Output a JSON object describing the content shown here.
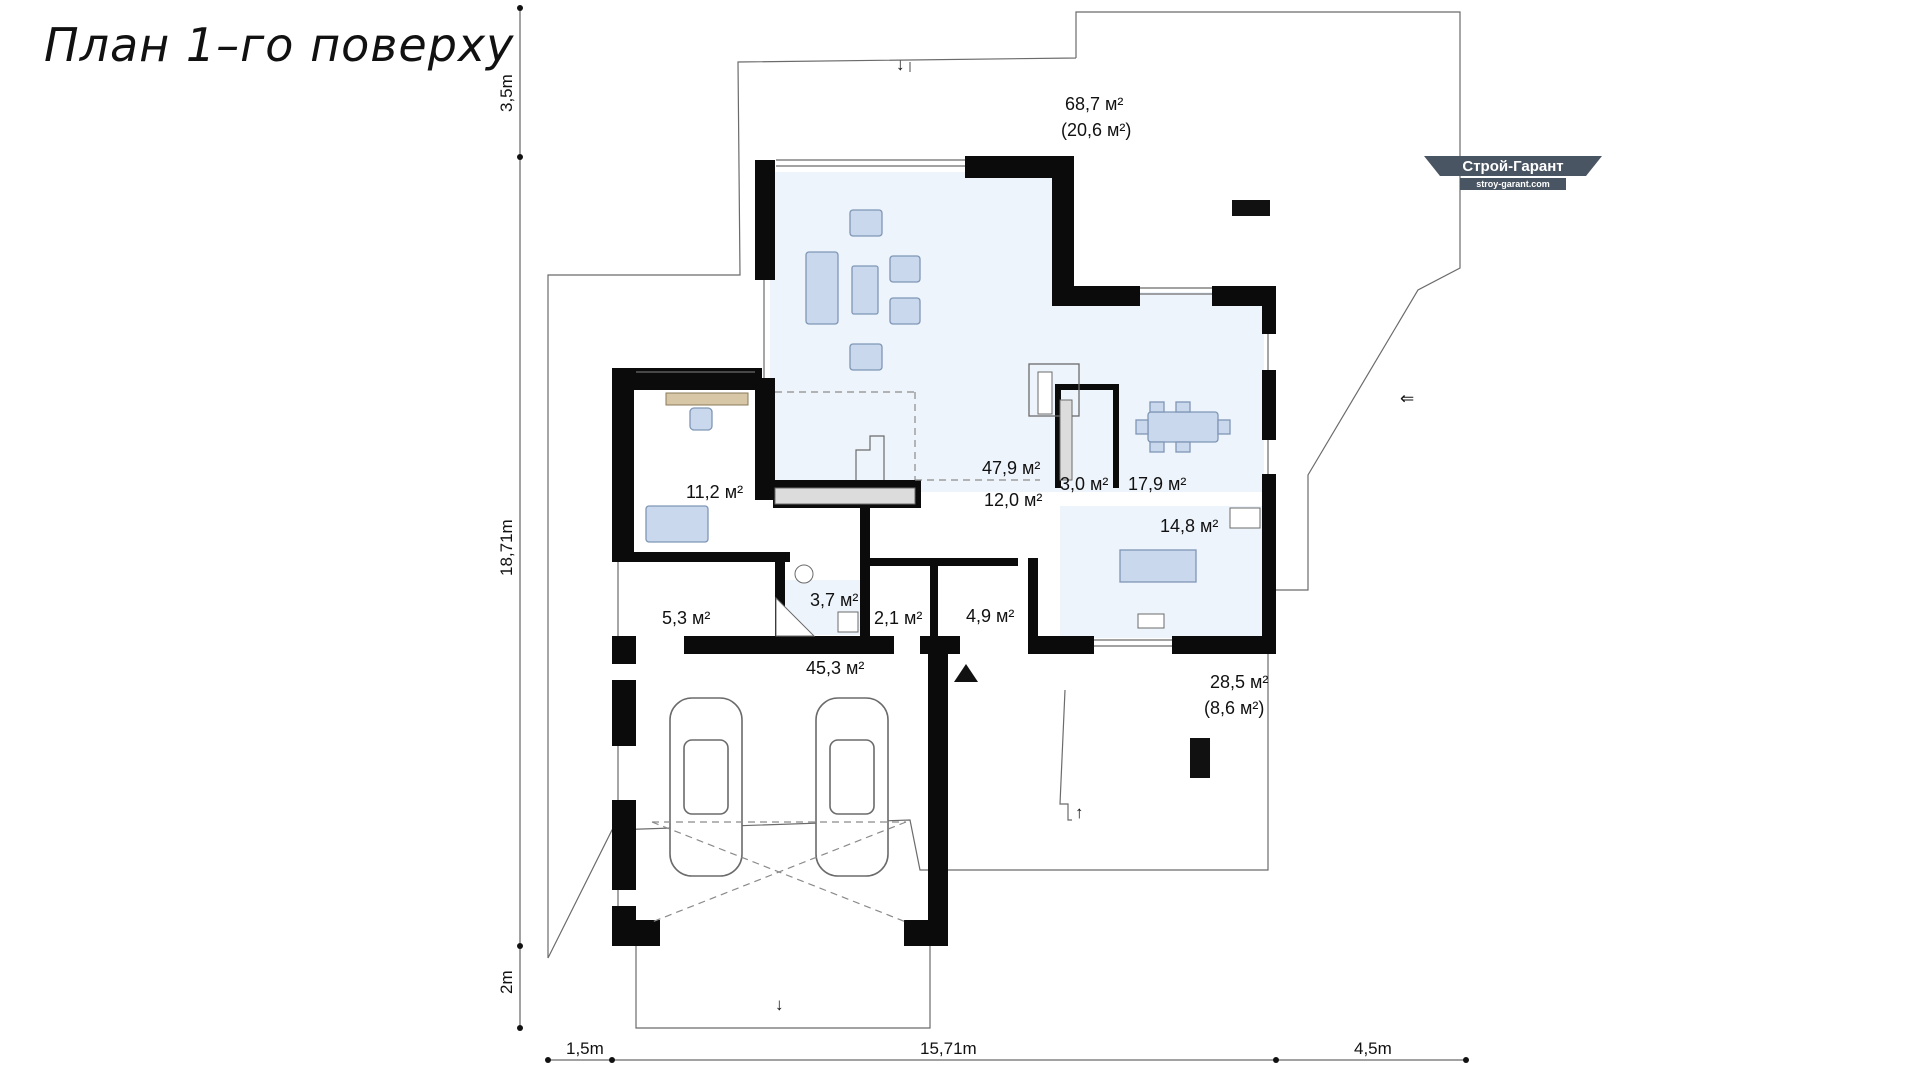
{
  "title": "План 1–го поверху",
  "logo": {
    "name": "Строй-Гарант",
    "url": "stroy-garant.com",
    "color": "#4a5563"
  },
  "dimensions": {
    "top_margin": "3,5m",
    "total_height": "18,71m",
    "bottom_margin": "2m",
    "left_margin": "1,5m",
    "total_width": "15,71m",
    "right_margin": "4,5m"
  },
  "terraces": {
    "upper": {
      "area": "68,7 м²",
      "sub": "(20,6 м²)"
    },
    "lower": {
      "area": "28,5 м²",
      "sub": "(8,6 м²)"
    }
  },
  "rooms": {
    "living": "47,9 м²",
    "hall": "12,0 м²",
    "pantry": "3,0 м²",
    "dining": "17,9 м²",
    "kitchen": "14,8 м²",
    "office": "11,2 м²",
    "laundry": "5,3 м²",
    "bathroom": "3,7 м²",
    "wc": "2,1 м²",
    "entry": "4,9 м²",
    "garage": "45,3 м²"
  },
  "colors": {
    "wall": "#0b0b0b",
    "floor": "#eef4fb",
    "furniture": "#c9d8ec"
  }
}
